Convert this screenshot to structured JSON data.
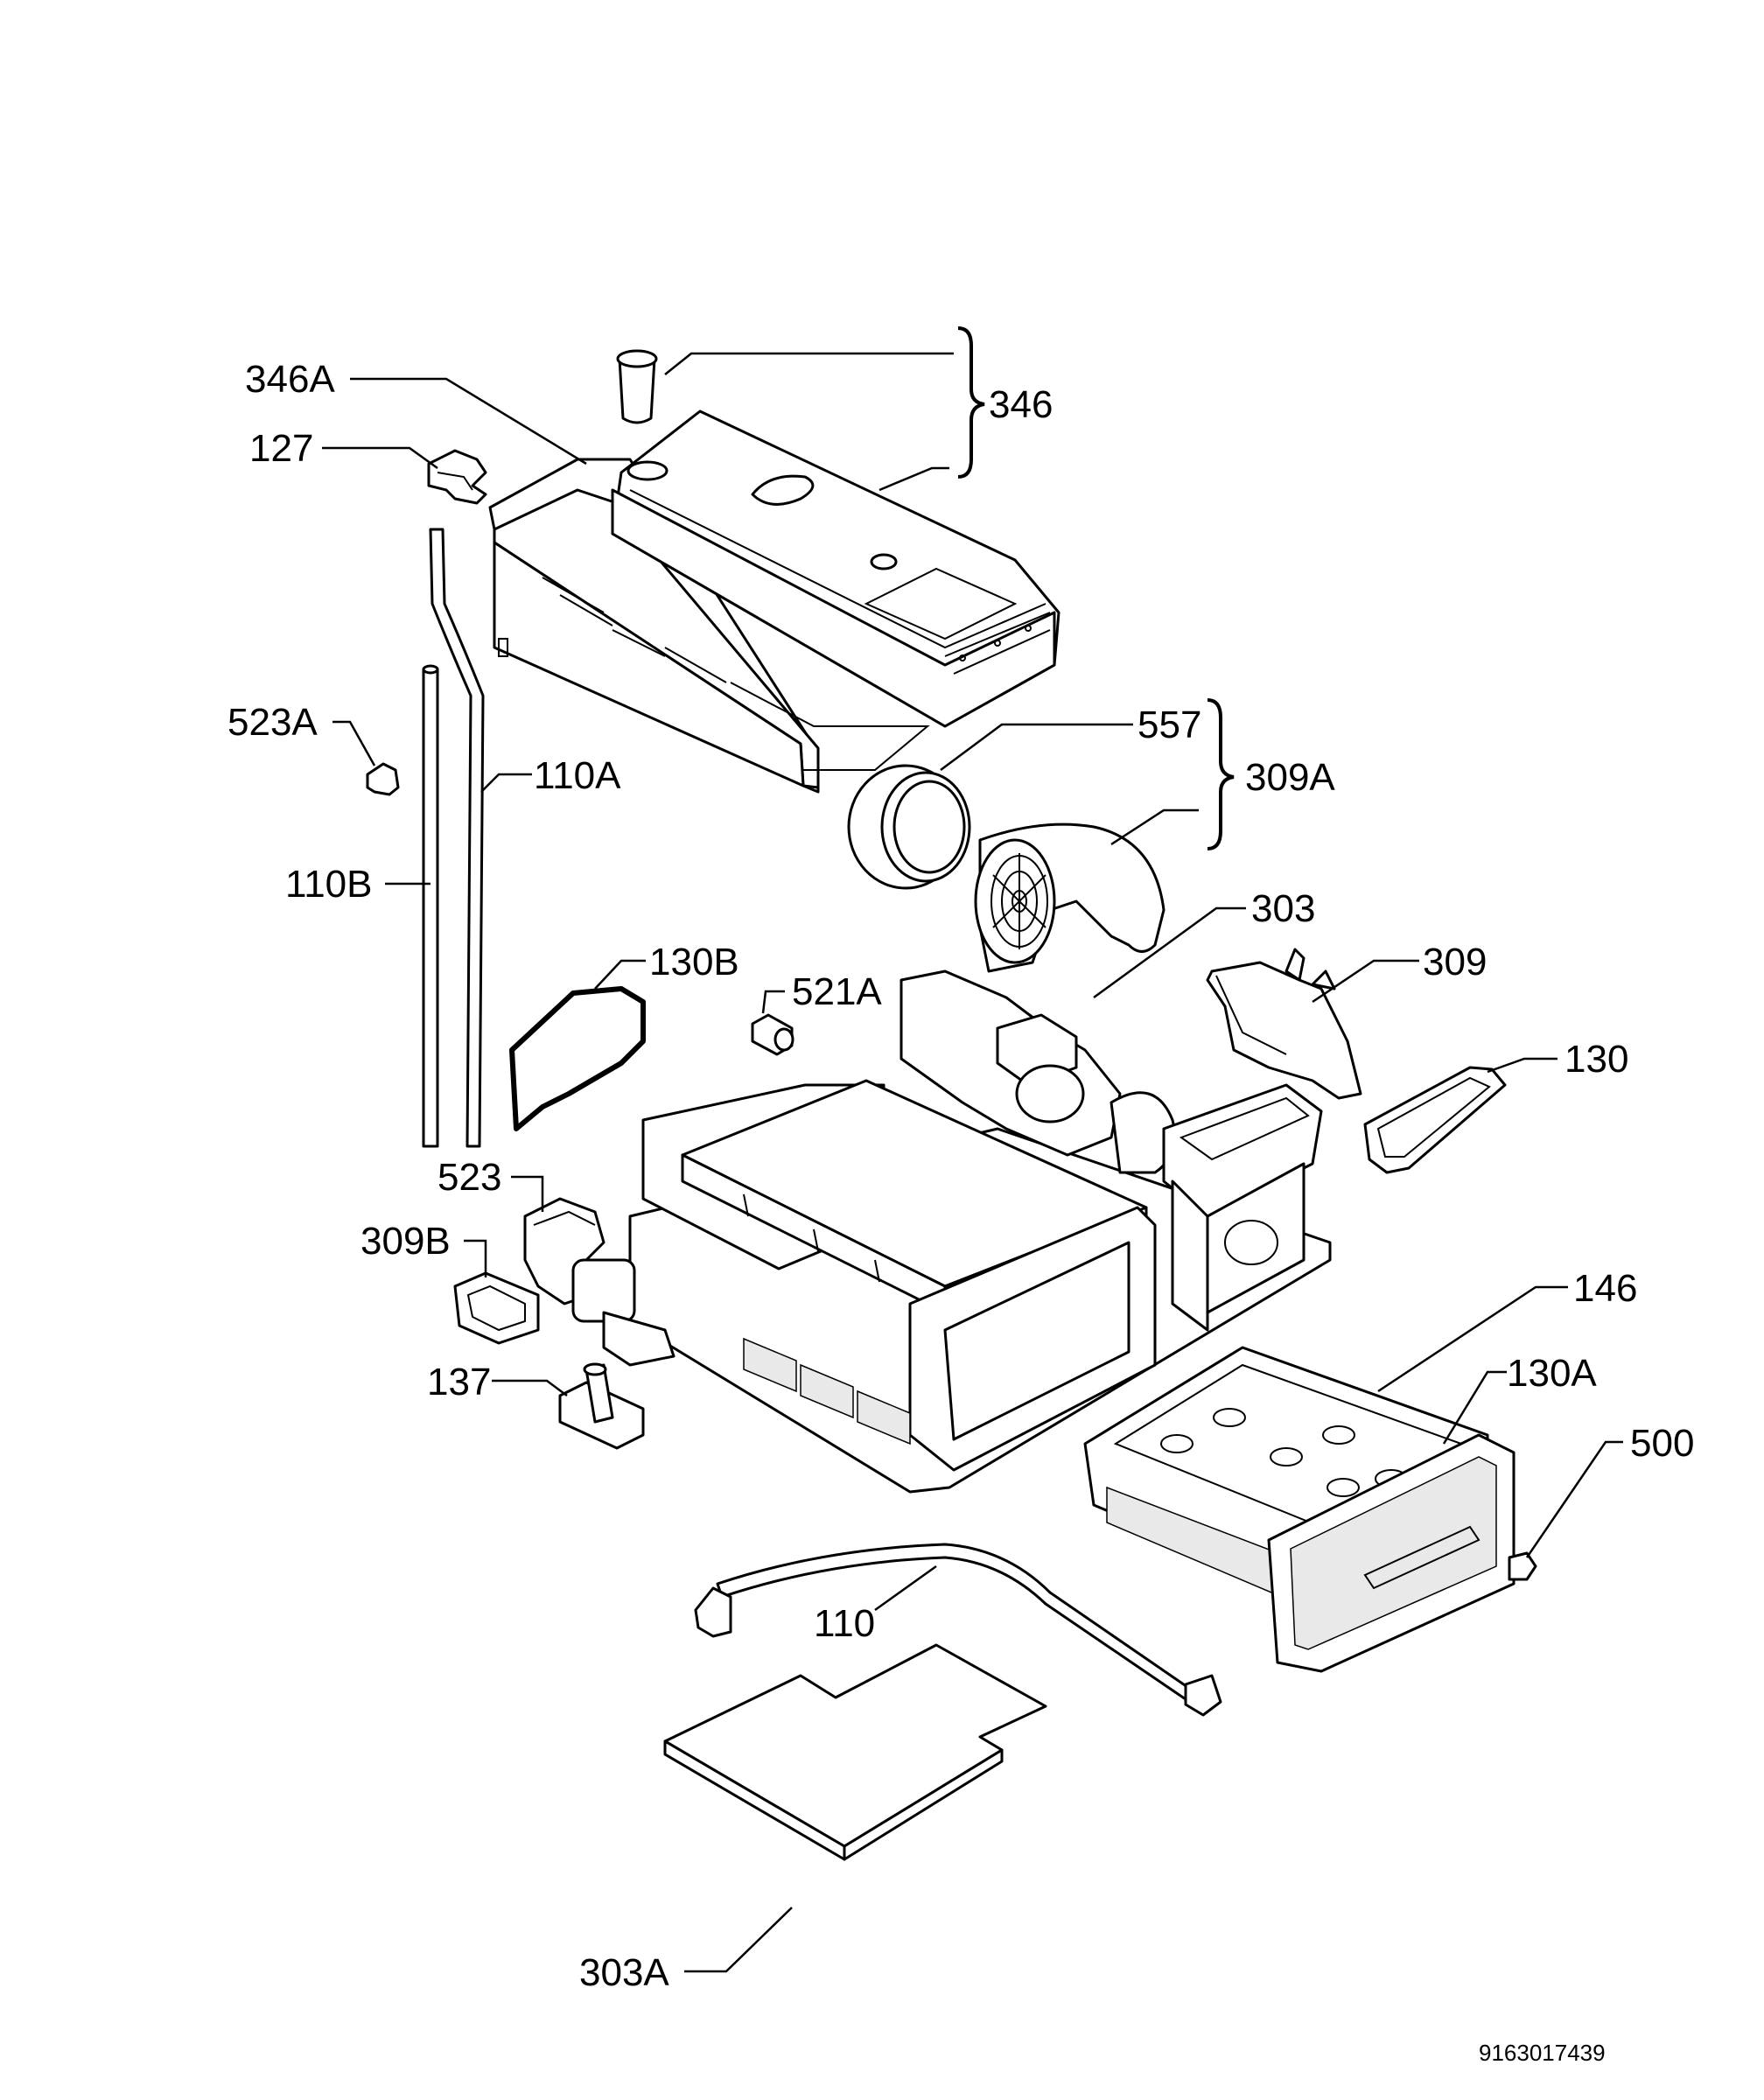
{
  "document_number": "9163017439",
  "parts": [
    {
      "id": "346A",
      "label": "346A"
    },
    {
      "id": "346",
      "label": "346"
    },
    {
      "id": "127",
      "label": "127"
    },
    {
      "id": "523A",
      "label": "523A"
    },
    {
      "id": "110A",
      "label": "110A"
    },
    {
      "id": "557",
      "label": "557"
    },
    {
      "id": "309A",
      "label": "309A"
    },
    {
      "id": "110B",
      "label": "110B"
    },
    {
      "id": "303",
      "label": "303"
    },
    {
      "id": "130B",
      "label": "130B"
    },
    {
      "id": "521A",
      "label": "521A"
    },
    {
      "id": "309",
      "label": "309"
    },
    {
      "id": "130",
      "label": "130"
    },
    {
      "id": "523",
      "label": "523"
    },
    {
      "id": "309B",
      "label": "309B"
    },
    {
      "id": "146",
      "label": "146"
    },
    {
      "id": "137",
      "label": "137"
    },
    {
      "id": "130A",
      "label": "130A"
    },
    {
      "id": "500",
      "label": "500"
    },
    {
      "id": "110",
      "label": "110"
    },
    {
      "id": "303A",
      "label": "303A"
    }
  ]
}
